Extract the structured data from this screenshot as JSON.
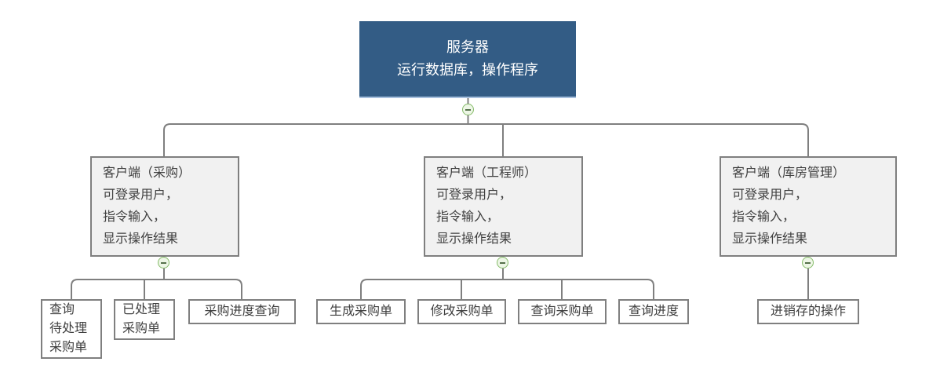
{
  "diagram_title": "server-client structure diagram",
  "colors": {
    "root_fill": "#335C85",
    "root_text": "#FFFFFF",
    "root_bottom_border": "#A7C0DE",
    "node_fill": "#F1F1F1",
    "node_border": "#7F7F7F",
    "leaf_fill": "#FFFFFF",
    "text": "#3F3F3F",
    "connector": "#7F7F7F",
    "collapse_ring": "#86BC6A",
    "collapse_fill": "#EDF6E6"
  },
  "icons": {
    "collapse": "minus-circle"
  },
  "nodes": {
    "root": [
      "服务器",
      "运行数据库，操作程序"
    ],
    "client_purchase": [
      "客户端（采购）",
      "可登录用户，",
      "指令输入，",
      "显示操作结果"
    ],
    "client_engineer": [
      "客户端（工程师）",
      "可登录用户，",
      "指令输入，",
      "显示操作结果"
    ],
    "client_warehouse": [
      "客户端（库房管理）",
      "可登录用户，",
      "指令输入，",
      "显示操作结果"
    ],
    "leaf_query_pending": [
      "查询",
      "待处理",
      "采购单"
    ],
    "leaf_processed": [
      "已处理",
      "采购单"
    ],
    "leaf_progress_query": [
      "采购进度查询"
    ],
    "leaf_create_po": [
      "生成采购单"
    ],
    "leaf_modify_po": [
      "修改采购单"
    ],
    "leaf_query_po": [
      "查询采购单"
    ],
    "leaf_query_progress": [
      "查询进度"
    ],
    "leaf_inventory_ops": [
      "进销存的操作"
    ]
  }
}
